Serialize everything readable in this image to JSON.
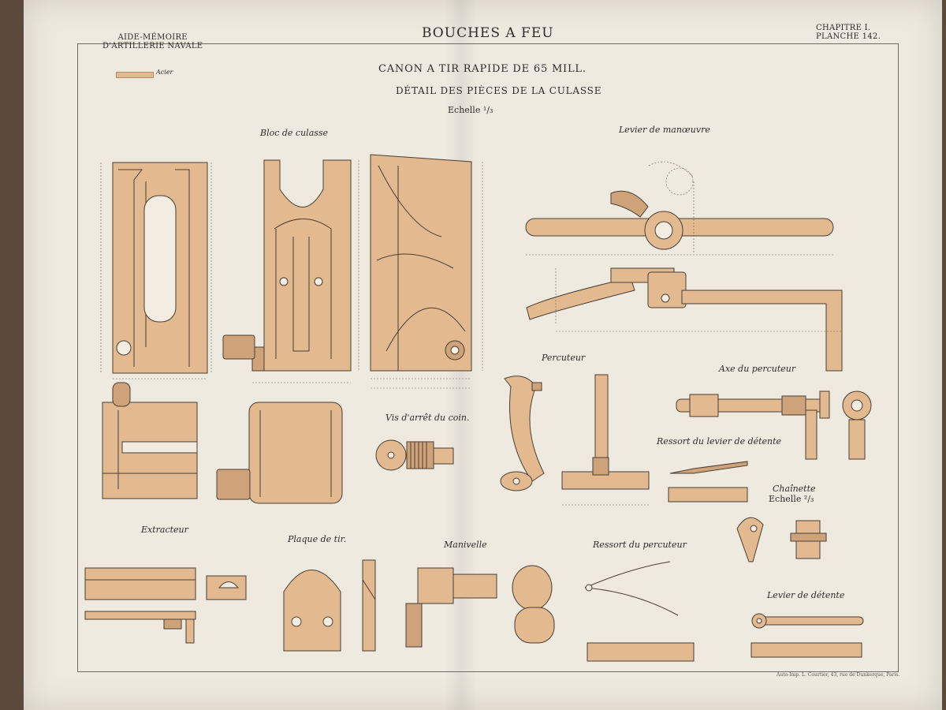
{
  "header": {
    "left_line1": "AIDE-MÉMOIRE",
    "left_line2": "D'ARTILLERIE NAVALE",
    "title": "BOUCHES A FEU",
    "right_line1": "CHAPITRE I.",
    "right_line2": "PLANCHE 142."
  },
  "legend": {
    "material": "Acier"
  },
  "plate": {
    "title": "CANON A TIR RAPIDE DE 65 MILL.",
    "subtitle": "DÉTAIL DES PIÈCES DE LA CULASSE",
    "scale": "Echelle ¹/₃"
  },
  "parts": {
    "bloc": "Bloc de culasse",
    "levier_manoeuvre": "Levier de manœuvre",
    "percuteur": "Percuteur",
    "axe_percuteur": "Axe du percuteur",
    "vis_arret": "Vis d'arrêt du coin.",
    "ressort_levier": "Ressort du levier de détente",
    "chainette": "Chaînette",
    "chainette_scale": "Echelle ²/₃",
    "extracteur": "Extracteur",
    "plaque": "Plaque de tir.",
    "manivelle": "Manivelle",
    "ressort_percuteur": "Ressort du percuteur",
    "levier_detente": "Levier de détente"
  },
  "footer": {
    "printer": "Auto-Imp. L. Courtier, 43, rue de Dunkerque, Paris."
  },
  "colors": {
    "paper": "#eeeae0",
    "steel_tint": "#e3b98f",
    "ink": "#2e2c2a"
  }
}
